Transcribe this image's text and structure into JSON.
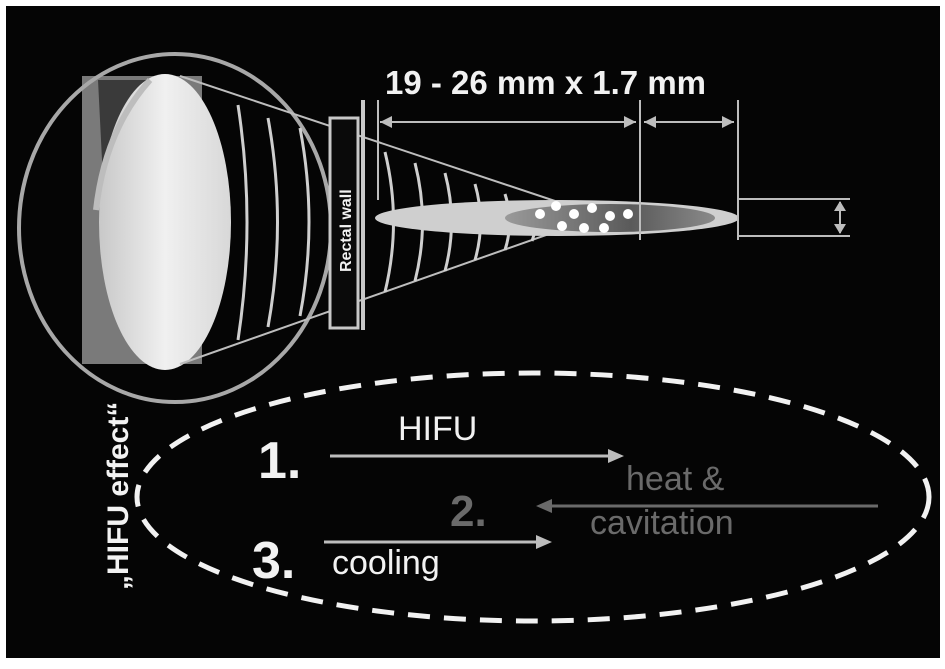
{
  "dimension_label": "19 - 26 mm x 1.7 mm",
  "wall_label": "Rectal wall",
  "effect_label": "„HIFU effect“",
  "steps": {
    "step1": {
      "number": "1.",
      "label": "HIFU"
    },
    "step2": {
      "number": "2.",
      "label_line1": "heat &",
      "label_line2": "cavitation"
    },
    "step3": {
      "number": "3.",
      "label": "cooling"
    }
  },
  "colors": {
    "background": "#050505",
    "white": "#f2f2f2",
    "grey_text": "#6a6a6a",
    "line": "#bdbdbd"
  }
}
